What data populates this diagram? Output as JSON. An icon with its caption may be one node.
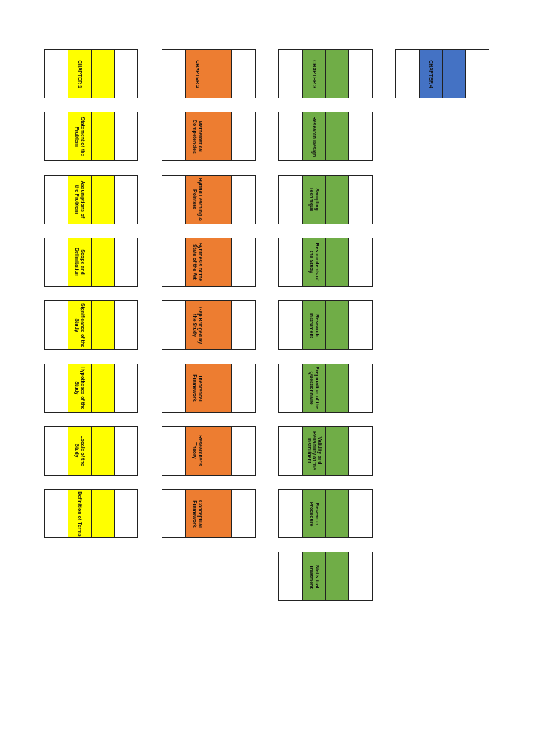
{
  "diagram": {
    "nodes": [
      {
        "text": [
          "CHAPTER 1"
        ]
      },
      {
        "text": [
          "Statement of the Problem"
        ]
      },
      {
        "text": [
          "Assumptions of the Problem"
        ]
      },
      {
        "text": [
          "Scope and Delimitation"
        ]
      },
      {
        "text": [
          "Significance of the Study"
        ]
      },
      {
        "text": [
          "Hypotheses of the Study"
        ]
      },
      {
        "text": [
          "Locale of the Study"
        ]
      },
      {
        "text": [
          "Definition of Terms"
        ]
      },
      {
        "text": [
          "CHAPTER 2"
        ]
      },
      {
        "text": [
          "Mathematical Competencies"
        ]
      },
      {
        "text": [
          "Hybrid Learning & Pointers"
        ]
      },
      {
        "text": [
          "Synthesis of the State of the Art"
        ]
      },
      {
        "text": [
          "Gap Bridged by the Study"
        ]
      },
      {
        "text": [
          "Theoretical Framework"
        ]
      },
      {
        "text": [
          "Researcher's Theory"
        ]
      },
      {
        "text": [
          "Conceptual Framework"
        ]
      },
      {
        "text": [
          "CHAPTER 3"
        ]
      },
      {
        "text": [
          "Research Design"
        ]
      },
      {
        "text": [
          "Sampling Technique"
        ]
      },
      {
        "text": [
          "Respondents of the Study"
        ]
      },
      {
        "text": [
          "Research Instrument"
        ]
      },
      {
        "text": [
          "Preparation of the Questionnaire"
        ]
      },
      {
        "text": [
          "Validity and Reliability of the instrument"
        ]
      },
      {
        "text": [
          "Research Procedure"
        ]
      },
      {
        "text": [
          "Statistical Treatment"
        ]
      },
      {
        "text": [
          "CHAPTER 4"
        ]
      }
    ]
  }
}
